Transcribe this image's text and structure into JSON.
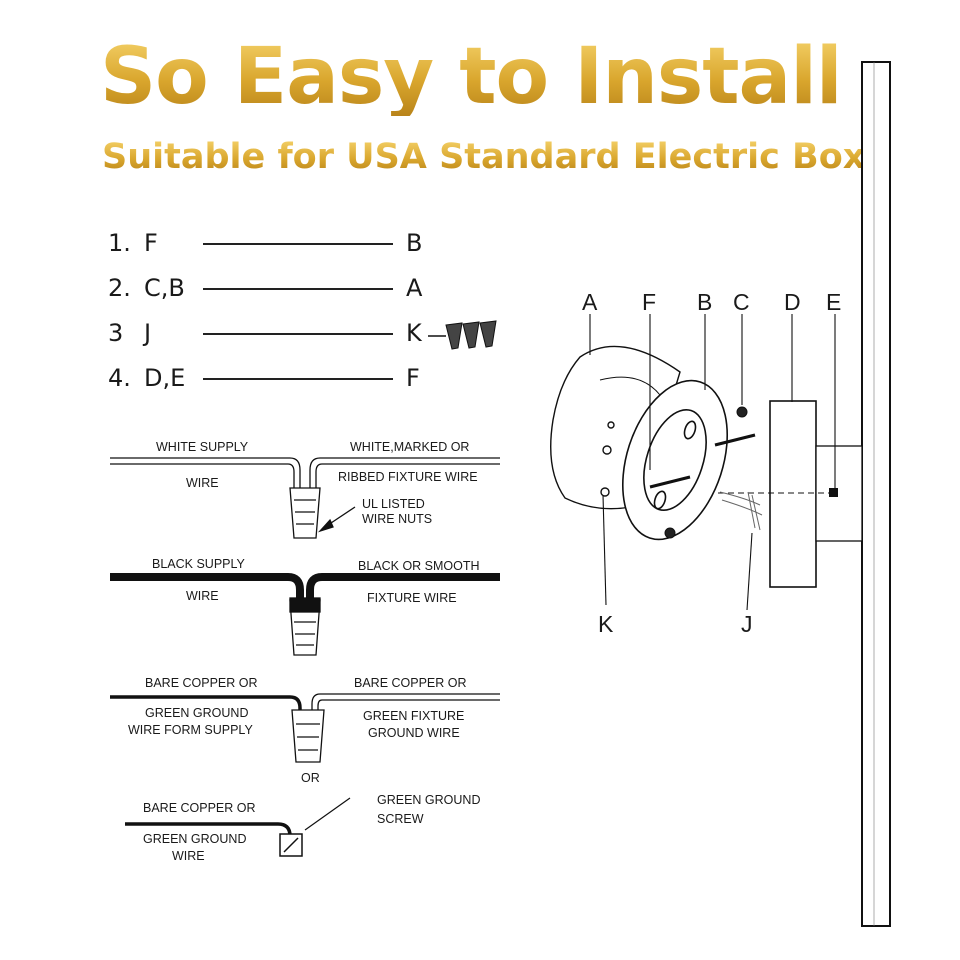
{
  "header": {
    "title": "So Easy to Install",
    "subtitle": "Suitable for USA Standard Electric Box"
  },
  "steps": [
    {
      "num": "1.",
      "from": "F",
      "to": "B"
    },
    {
      "num": "2.",
      "from": "C,B",
      "to": "A"
    },
    {
      "num": "3",
      "from": "J",
      "to": "K"
    },
    {
      "num": "4.",
      "from": "D,E",
      "to": "F"
    }
  ],
  "wiring": {
    "white": {
      "left_top": "WHITE SUPPLY",
      "left_bottom": "WIRE",
      "right_top": "WHITE,MARKED OR",
      "right_bottom": "RIBBED FIXTURE WIRE",
      "nut_line1": "UL LISTED",
      "nut_line2": "WIRE NUTS"
    },
    "black": {
      "left_top": "BLACK SUPPLY",
      "left_bottom": "WIRE",
      "right_top": "BLACK OR SMOOTH",
      "right_bottom": "FIXTURE WIRE"
    },
    "ground": {
      "left_top": "BARE COPPER OR",
      "left_mid": "GREEN GROUND",
      "left_bottom": "WIRE FORM SUPPLY",
      "right_top": "BARE COPPER OR",
      "right_mid": "GREEN FIXTURE",
      "right_bottom": "GROUND WIRE",
      "or": "OR"
    },
    "screw": {
      "left_top": "BARE COPPER OR",
      "left_mid": "GREEN GROUND",
      "left_bottom": "WIRE",
      "right_top": "GREEN GROUND",
      "right_bottom": "SCREW"
    }
  },
  "parts": {
    "A": "A",
    "F": "F",
    "B": "B",
    "C": "C",
    "D": "D",
    "E": "E",
    "K": "K",
    "J": "J"
  },
  "colors": {
    "gold": "#d4a52e",
    "ink": "#1a1a1a"
  }
}
